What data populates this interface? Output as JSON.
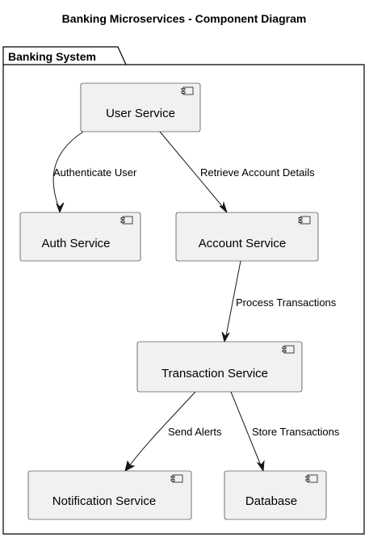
{
  "diagram": {
    "title": "Banking Microservices - Component Diagram",
    "package": {
      "label": "Banking System"
    },
    "components": {
      "user_service": {
        "label": "User Service",
        "icon": "component-icon"
      },
      "auth_service": {
        "label": "Auth Service",
        "icon": "component-icon"
      },
      "account_service": {
        "label": "Account Service",
        "icon": "component-icon"
      },
      "transaction_service": {
        "label": "Transaction Service",
        "icon": "component-icon"
      },
      "notification_service": {
        "label": "Notification Service",
        "icon": "component-icon"
      },
      "database": {
        "label": "Database",
        "icon": "component-icon"
      }
    },
    "edges": {
      "authenticate": {
        "from": "User Service",
        "to": "Auth Service",
        "label": "Authenticate User"
      },
      "retrieve": {
        "from": "User Service",
        "to": "Account Service",
        "label": "Retrieve Account Details"
      },
      "process": {
        "from": "Account Service",
        "to": "Transaction Service",
        "label": "Process Transactions"
      },
      "alerts": {
        "from": "Transaction Service",
        "to": "Notification Service",
        "label": "Send Alerts"
      },
      "store": {
        "from": "Transaction Service",
        "to": "Database",
        "label": "Store Transactions"
      }
    }
  }
}
